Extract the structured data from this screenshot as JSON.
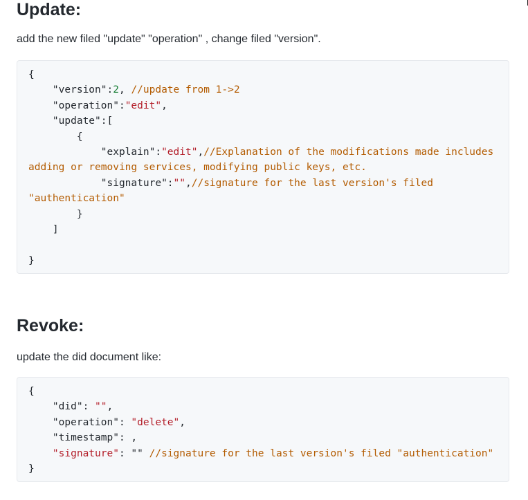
{
  "update": {
    "heading": "Update:",
    "description": "add the new filed \"update\" \"operation\" , change filed \"version\".",
    "code": {
      "open_brace": "{",
      "version_key": "\"version\"",
      "version_value": "2",
      "version_comment": "//update from 1->2",
      "operation_key": "\"operation\"",
      "operation_value": "\"edit\"",
      "update_key": "\"update\"",
      "update_open": "[",
      "item_open": "{",
      "explain_key": "\"explain\"",
      "explain_value": "\"edit\"",
      "explain_comment_1": "//Explanation of the modifications made includes",
      "explain_comment_2": "adding or removing services, modifying public keys, etc.",
      "signature_key": "\"signature\"",
      "signature_value": "\"\"",
      "signature_comment_1": "//signature for the last version's filed",
      "signature_comment_2": "\"authentication\"",
      "item_close": "}",
      "update_close": "]",
      "close_brace": "}"
    }
  },
  "revoke": {
    "heading": "Revoke:",
    "description": "update the did document like:",
    "code": {
      "open_brace": "{",
      "did_key": "\"did\"",
      "did_value": "\"\"",
      "operation_key": "\"operation\"",
      "operation_value": "\"delete\"",
      "timestamp_key": "\"timestamp\"",
      "signature_key": "\"signature\"",
      "signature_value": "\"\"",
      "signature_comment": "//signature for the last version's filed \"authentication\"",
      "close_brace": "}"
    }
  },
  "colors": {
    "string": "#b31d28",
    "number": "#1a7f37",
    "comment": "#b35b00",
    "code_background": "#f6f8fa"
  }
}
